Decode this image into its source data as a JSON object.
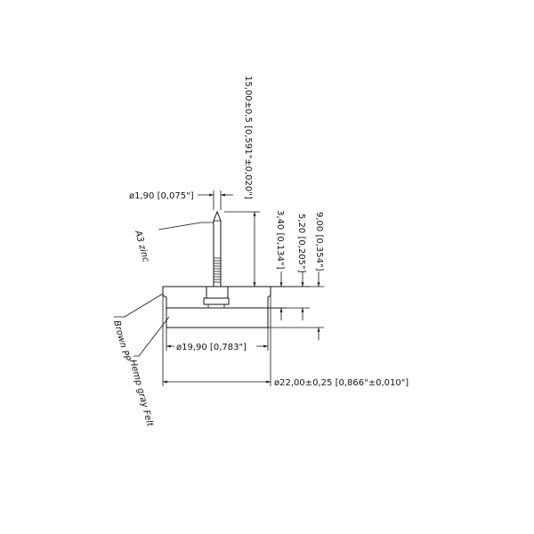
{
  "drawing": {
    "dimensions": {
      "pin_diameter": "ø1,90  [0,075\"]",
      "total_height": "15,00±0,5 [0,591\"±0,020\"]",
      "pp_height": "3,40  [0,134\"]",
      "base_height": "5,20  [0,205\"]",
      "overall_height": "9,00  [0,354\"]",
      "felt_diameter": "ø19,90  [0,783\"]",
      "outer_diameter": "ø22,00±0,25  [0,866\"±0,010\"]"
    },
    "materials": {
      "pin": "A3 zinc",
      "base": "Brown PP",
      "pad": "Hemp gray Felt"
    }
  }
}
